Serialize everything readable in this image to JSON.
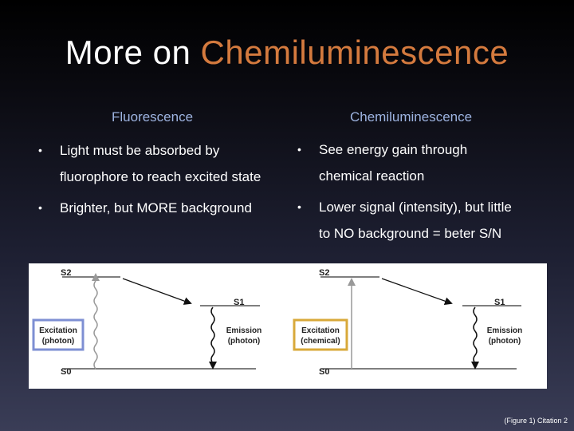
{
  "slide": {
    "title_plain": "More on ",
    "title_highlight": "Chemiluminescence",
    "left": {
      "heading": "Fluorescence",
      "bullets": [
        {
          "line1": "Light must be absorbed by",
          "line2": "fluorophore to reach excited state"
        },
        {
          "line1": "Brighter, but MORE background",
          "line2": ""
        }
      ]
    },
    "right": {
      "heading": "Chemiluminescence",
      "bullets": [
        {
          "line1": "See energy gain through",
          "line2": "chemical reaction"
        },
        {
          "line1": "Lower signal (intensity), but little",
          "line2": "to NO background = beter S/N"
        }
      ]
    },
    "caption": "(Figure 1) Citation 2",
    "bullet_glyph": "•"
  },
  "figure": {
    "left_panel": {
      "s2": "S2",
      "s1": "S1",
      "s0": "S0",
      "excitation_line1": "Excitation",
      "excitation_line2": "(photon)",
      "emission_line1": "Emission",
      "emission_line2": "(photon)",
      "box_color": "#7e8fd3"
    },
    "right_panel": {
      "s2": "S2",
      "s1": "S1",
      "s0": "S0",
      "excitation_line1": "Excitation",
      "excitation_line2": "(chemical)",
      "emission_line1": "Emission",
      "emission_line2": "(photon)",
      "box_color": "#d8a93a"
    }
  },
  "colors": {
    "title_highlight": "#d47a3e",
    "heading": "#9db3e0"
  }
}
